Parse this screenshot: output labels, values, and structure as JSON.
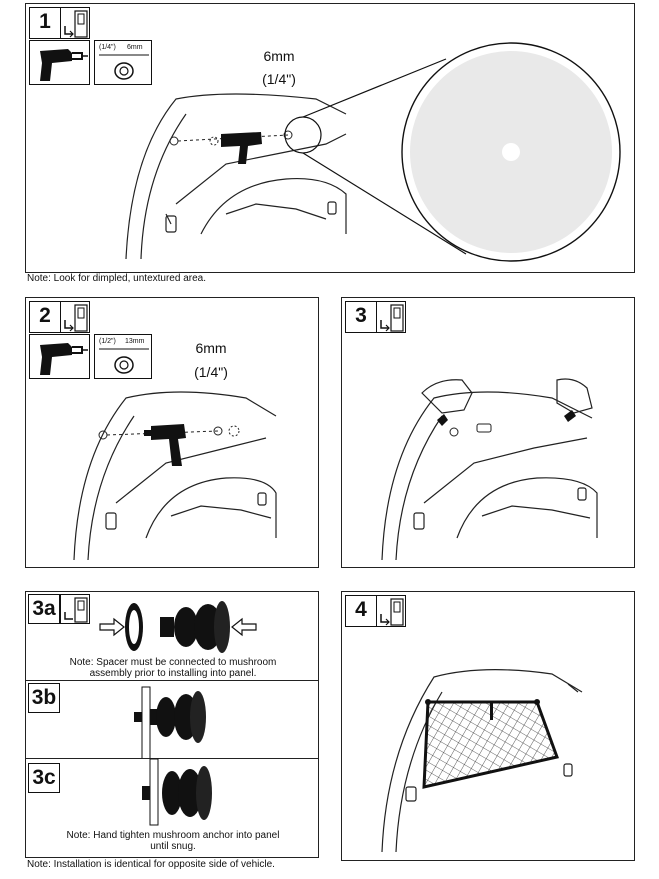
{
  "step1": {
    "number": "1",
    "size_inch": "(1/4\")",
    "size_mm": "6mm",
    "callout_size": "6mm",
    "callout_inch": "(1/4\")",
    "note": "Note: Look for dimpled, untextured area."
  },
  "step2": {
    "number": "2",
    "size_inch": "(1/2\")",
    "size_mm": "13mm",
    "callout_size": "6mm",
    "callout_inch": "(1/4\")"
  },
  "step3": {
    "number": "3"
  },
  "step3a": {
    "number": "3a",
    "note_line1": "Note: Spacer must be connected to mushroom",
    "note_line2": "assembly prior to installing into panel."
  },
  "step3b": {
    "number": "3b"
  },
  "step3c": {
    "number": "3c",
    "note_line1": "Note: Hand tighten mushroom anchor into panel",
    "note_line2": "until snug."
  },
  "step4": {
    "number": "4"
  },
  "footer": {
    "note": "Note: Installation is identical for opposite side of vehicle."
  },
  "icons": [
    "drill-icon",
    "washer-icon",
    "person-icon",
    "door-icon",
    "arrow-icon",
    "mushroom-anchor-icon",
    "cargo-net-icon"
  ]
}
